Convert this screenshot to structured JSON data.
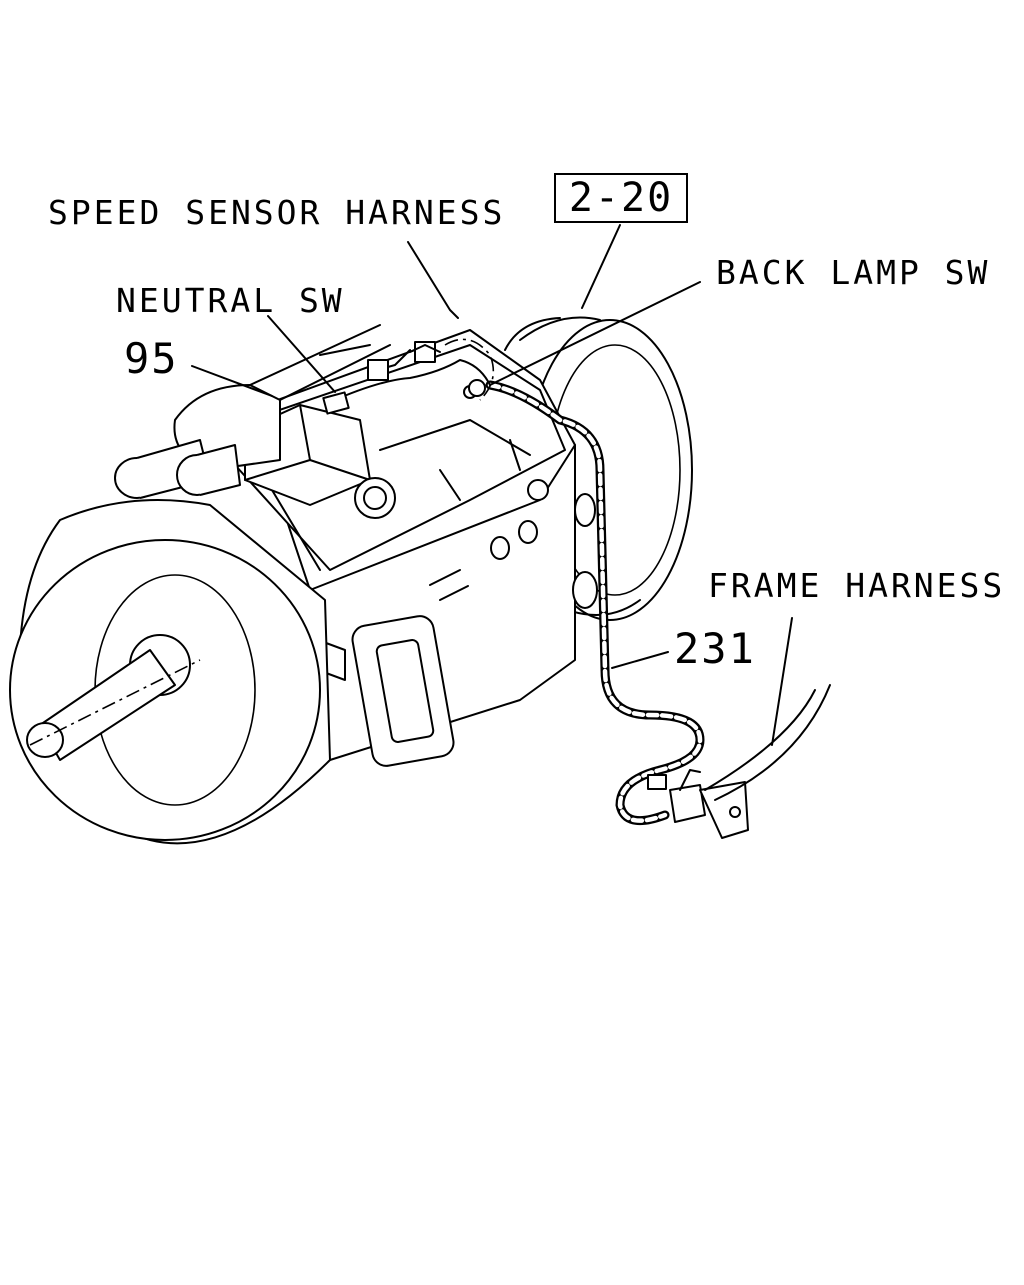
{
  "labels": {
    "speed_sensor_harness": "SPEED SENSOR HARNESS",
    "neutral_sw": "NEUTRAL SW",
    "part_95": "95",
    "back_lamp_sw": "BACK LAMP SW",
    "frame_harness": "FRAME HARNESS",
    "part_231": "231",
    "ref_box": "2-20"
  }
}
